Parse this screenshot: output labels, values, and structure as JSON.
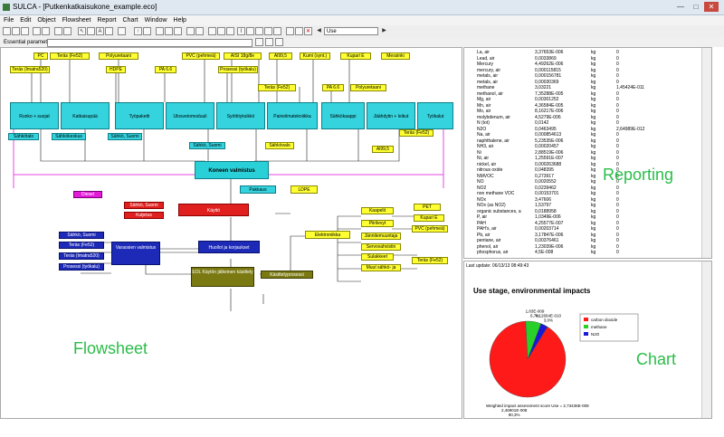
{
  "window": {
    "title": "SULCA - [Putkenkatkaisukone_example.eco]"
  },
  "menu": [
    "File",
    "Edit",
    "Object",
    "Flowsheet",
    "Report",
    "Chart",
    "Window",
    "Help"
  ],
  "toolbar": {
    "zoom_value": "Use",
    "param_label": "Essential parameter"
  },
  "overlay_labels": {
    "flowsheet": "Flowsheet",
    "reporting": "Reporting",
    "chart": "Chart"
  },
  "flowsheet": {
    "nodes": [
      {
        "id": "pc",
        "label": "PC",
        "color": "yellow"
      },
      {
        "id": "teras_fe52_top",
        "label": "Teräs (Fe52)",
        "color": "yellow"
      },
      {
        "id": "polyuretaani_top",
        "label": "Polyuretaani",
        "color": "yellow"
      },
      {
        "id": "teras_imatra",
        "label": "Teräs (Imatra520)",
        "color": "yellow"
      },
      {
        "id": "hdpe",
        "label": "HDPE",
        "color": "yellow"
      },
      {
        "id": "pa66_a",
        "label": "PA 6.6",
        "color": "yellow"
      },
      {
        "id": "pvc_pehmea_top",
        "label": "PVC (pehmeä)",
        "color": "yellow"
      },
      {
        "id": "aisi",
        "label": "AISI 18g/8e",
        "color": "yellow"
      },
      {
        "id": "ai86",
        "label": "Al99,5",
        "color": "yellow"
      },
      {
        "id": "kumi",
        "label": "Kumi (synt.)",
        "color": "yellow"
      },
      {
        "id": "kupari_top",
        "label": "Kupari E",
        "color": "yellow"
      },
      {
        "id": "messinki",
        "label": "Messinki",
        "color": "yellow"
      },
      {
        "id": "prosessi_top",
        "label": "Prosessi (työkalu)",
        "color": "yellow"
      },
      {
        "id": "teras_fe52_mid",
        "label": "Teräs (Fe52)",
        "color": "yellow"
      },
      {
        "id": "pa66_b",
        "label": "PA 6.6",
        "color": "yellow"
      },
      {
        "id": "polyuretaani_mid",
        "label": "Polyuretaani",
        "color": "yellow"
      },
      {
        "id": "runko",
        "label": "Runko + suojat",
        "color": "cyan"
      },
      {
        "id": "katkaisupaa",
        "label": "Katkaisupää",
        "color": "cyan"
      },
      {
        "id": "tyopaketti",
        "label": "Työpaketti",
        "color": "cyan"
      },
      {
        "id": "ulosvetomoduuli",
        "label": "Ulosvetomoduuli",
        "color": "cyan"
      },
      {
        "id": "syottoyksikko",
        "label": "Syöttöyksikkö",
        "color": "cyan"
      },
      {
        "id": "paineilmatekniikka",
        "label": "Paineilmatekniikka",
        "color": "cyan"
      },
      {
        "id": "sahkokaappi",
        "label": "Sähkökaappi",
        "color": "cyan"
      },
      {
        "id": "jaahdytin",
        "label": "Jäähdytin + leikut",
        "color": "cyan"
      },
      {
        "id": "tyokalut",
        "label": "Työkalut",
        "color": "cyan"
      },
      {
        "id": "sahkotalo",
        "label": "Sähkötalo",
        "color": "cyan"
      },
      {
        "id": "sahkokeskus",
        "label": "Sähkökeskus",
        "color": "cyan"
      },
      {
        "id": "sahko_suomi_a",
        "label": "Sähkö, Suomi",
        "color": "cyan"
      },
      {
        "id": "sahko_suomi_b",
        "label": "Sähkö, Suomi",
        "color": "cyan"
      },
      {
        "id": "sahkovalo",
        "label": "Sähkövalo",
        "color": "yellow"
      },
      {
        "id": "al995_mid",
        "label": "Al99,5",
        "color": "yellow"
      },
      {
        "id": "teras_fe52_right",
        "label": "Teräs (Fe52)",
        "color": "yellow"
      },
      {
        "id": "koneen_valmistus",
        "label": "Koneen valmistus",
        "color": "cyan-l"
      },
      {
        "id": "pakkaus",
        "label": "Pakkaus",
        "color": "cyan"
      },
      {
        "id": "lope",
        "label": "LDPE",
        "color": "yellow"
      },
      {
        "id": "diesel",
        "label": "Diesel",
        "color": "magenta"
      },
      {
        "id": "sahko_suomi_red",
        "label": "Sähkö, Suomi",
        "color": "red"
      },
      {
        "id": "kuljetus",
        "label": "Kuljetus",
        "color": "red"
      },
      {
        "id": "kayto",
        "label": "Käyttö",
        "color": "red"
      },
      {
        "id": "sahko_suomi_blue",
        "label": "Sähkö, Suomi",
        "color": "blue"
      },
      {
        "id": "teras_fe52_blue",
        "label": "Teräs (Fe52)",
        "color": "blue"
      },
      {
        "id": "teras_imatra_blue",
        "label": "Teräs (Imatra520)",
        "color": "blue"
      },
      {
        "id": "prosessi_blue",
        "label": "Prosessi (työkalu)",
        "color": "blue"
      },
      {
        "id": "varaosien",
        "label": "Varaosien valmistus",
        "color": "blue"
      },
      {
        "id": "huollot",
        "label": "Huollot ja korjaukset",
        "color": "blue"
      },
      {
        "id": "eol",
        "label": "EOL Käytön jälkeinen käsittely",
        "color": "olive"
      },
      {
        "id": "kasittely",
        "label": "Käsittelyprosessi",
        "color": "olive"
      },
      {
        "id": "elektroniikka",
        "label": "Elektroniikka",
        "color": "yellow"
      },
      {
        "id": "pet",
        "label": "PET",
        "color": "yellow"
      },
      {
        "id": "kaapelit",
        "label": "Kaapelit",
        "color": "yellow"
      },
      {
        "id": "kupari_right",
        "label": "Kupari E",
        "color": "yellow"
      },
      {
        "id": "piirilevyt",
        "label": "Piirilevyt",
        "color": "yellow"
      },
      {
        "id": "pvc_pehmea_right",
        "label": "PVC (pehmeä)",
        "color": "yellow"
      },
      {
        "id": "jannitemuuntaja",
        "label": "Jännitemuuntaja",
        "color": "yellow"
      },
      {
        "id": "servovahvistin",
        "label": "Servovahvistin",
        "color": "yellow"
      },
      {
        "id": "sulakkeet",
        "label": "Sulakkeet",
        "color": "yellow"
      },
      {
        "id": "muut_sahko",
        "label": "Muut sähkö- ja",
        "color": "yellow"
      },
      {
        "id": "teras_fe52_bottom",
        "label": "Teräs (Fe52)",
        "color": "yellow"
      }
    ]
  },
  "report": {
    "rows": [
      {
        "name": "La, air",
        "value": "3,37653E-006",
        "unit": "kg",
        "imp": "0"
      },
      {
        "name": "Lead, air",
        "value": "0,0033869",
        "unit": "kg",
        "imp": "0"
      },
      {
        "name": "Mercury",
        "value": "4,49262E-006",
        "unit": "kg",
        "imp": "0"
      },
      {
        "name": "mercury, air",
        "value": "0,000115815",
        "unit": "kg",
        "imp": "0"
      },
      {
        "name": "metals, air",
        "value": "0,000156781",
        "unit": "kg",
        "imp": "0"
      },
      {
        "name": "metals, air",
        "value": "0,00030369",
        "unit": "kg",
        "imp": "0"
      },
      {
        "name": "methane",
        "value": "3,03221",
        "unit": "kg",
        "imp": "1,45424E-011"
      },
      {
        "name": "methanol, air",
        "value": "7,35288E-005",
        "unit": "kg",
        "imp": "0"
      },
      {
        "name": "Mg, air",
        "value": "0,00301252",
        "unit": "kg",
        "imp": "0"
      },
      {
        "name": "Mn, air",
        "value": "4,36584E-005",
        "unit": "kg",
        "imp": "0"
      },
      {
        "name": "Mo, air",
        "value": "8,16217E-006",
        "unit": "kg",
        "imp": "0"
      },
      {
        "name": "molybdenum, air",
        "value": "4,5279E-006",
        "unit": "kg",
        "imp": "0"
      },
      {
        "name": "N (tot)",
        "value": "0,0142",
        "unit": "kg",
        "imp": "0"
      },
      {
        "name": "N2O",
        "value": "0,0463495",
        "unit": "kg",
        "imp": "2,64989E-012"
      },
      {
        "name": "Na, air",
        "value": "0,000854613",
        "unit": "kg",
        "imp": "0"
      },
      {
        "name": "naphthalene, air",
        "value": "5,23535E-006",
        "unit": "kg",
        "imp": "0"
      },
      {
        "name": "NH3, air",
        "value": "0,00020457",
        "unit": "kg",
        "imp": "0"
      },
      {
        "name": "Ni",
        "value": "2,88519E-006",
        "unit": "kg",
        "imp": "0"
      },
      {
        "name": "Ni, air",
        "value": "1,25591E-007",
        "unit": "kg",
        "imp": "0"
      },
      {
        "name": "nickel, air",
        "value": "0,000263688",
        "unit": "kg",
        "imp": "0"
      },
      {
        "name": "nitrous oxide",
        "value": "0,048395",
        "unit": "kg",
        "imp": "0"
      },
      {
        "name": "NMVOC",
        "value": "0,273917",
        "unit": "kg",
        "imp": "0"
      },
      {
        "name": "NO",
        "value": "0,0020552",
        "unit": "kg",
        "imp": "0"
      },
      {
        "name": "NO2",
        "value": "0,0239462",
        "unit": "kg",
        "imp": "0"
      },
      {
        "name": "non methane VOC",
        "value": "0,00153701",
        "unit": "kg",
        "imp": "0"
      },
      {
        "name": "NOx",
        "value": "3,47606",
        "unit": "kg",
        "imp": "0"
      },
      {
        "name": "NOx (as NO2)",
        "value": "1,53797",
        "unit": "kg",
        "imp": "0"
      },
      {
        "name": "organic substances, a",
        "value": "0,0188958",
        "unit": "kg",
        "imp": "0"
      },
      {
        "name": "P, air",
        "value": "1,0349E-006",
        "unit": "kg",
        "imp": "0"
      },
      {
        "name": "PAH",
        "value": "4,25577E-007",
        "unit": "kg",
        "imp": "0"
      },
      {
        "name": "PAH's, air",
        "value": "0,00203714",
        "unit": "kg",
        "imp": "0"
      },
      {
        "name": "Pb, air",
        "value": "3,17847E-006",
        "unit": "kg",
        "imp": "0"
      },
      {
        "name": "pentane, air",
        "value": "0,00376461",
        "unit": "kg",
        "imp": "0"
      },
      {
        "name": "phenol, air",
        "value": "1,23039E-006",
        "unit": "kg",
        "imp": "0"
      },
      {
        "name": "phosphorus, air",
        "value": "4,5E-008",
        "unit": "kg",
        "imp": "0"
      }
    ]
  },
  "chart": {
    "last_update": "Last update: 06/13/13 08:49:43",
    "footer": "Weighted impact assessment score Use = 2,73436E-008",
    "chart_data": {
      "type": "pie",
      "title": "Use stage, environmental impacts",
      "series": [
        {
          "name": "carbon dioxide",
          "value": 2.46901e-08,
          "percent": "90,3%",
          "label": "2,46901E-008\n90,3%",
          "color": "#ff1a1a"
        },
        {
          "name": "methane",
          "value": 1.8e-09,
          "percent": "6,7%",
          "label": "1,83E-009\n6,7%",
          "color": "#2ad02a"
        },
        {
          "name": "N2O",
          "value": 8.12664e-10,
          "percent": "3,0%",
          "label": "8,12664E-010\n3,0%",
          "color": "#1a1ad6"
        }
      ],
      "legend": "right"
    }
  }
}
